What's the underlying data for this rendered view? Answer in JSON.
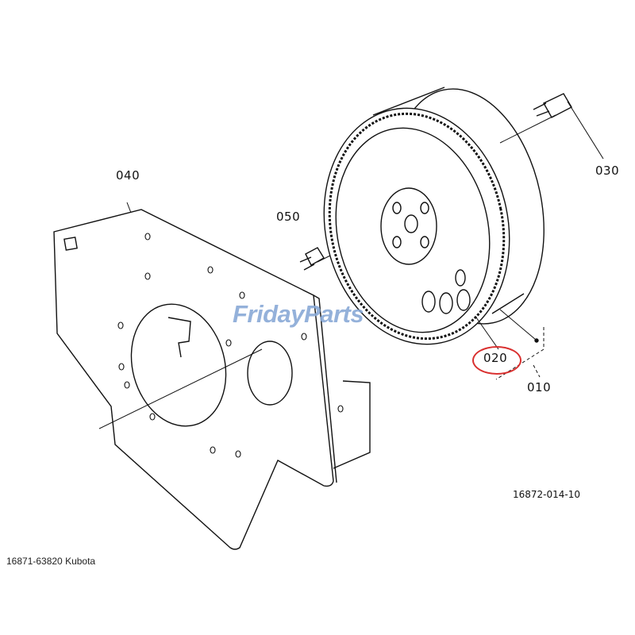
{
  "diagram": {
    "callouts": [
      {
        "id": "040"
      },
      {
        "id": "050"
      },
      {
        "id": "030"
      },
      {
        "id": "020",
        "highlighted": true
      },
      {
        "id": "010"
      }
    ],
    "drawing_code": "16872-014-10",
    "highlight_color": "#d9302f"
  },
  "watermark": "FridayParts",
  "footer": {
    "caption": "16871-63820 Kubota"
  }
}
